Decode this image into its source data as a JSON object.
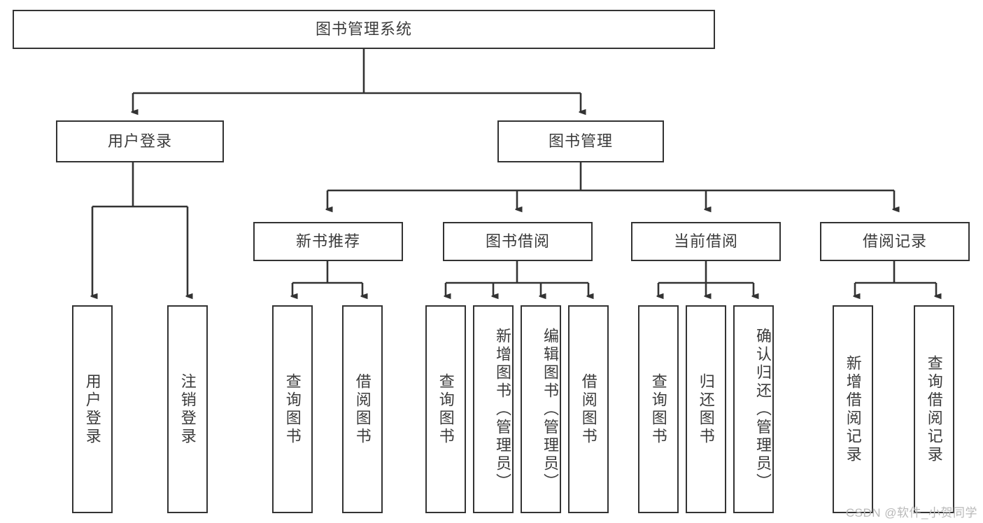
{
  "diagram": {
    "title": "图书管理系统",
    "type": "hierarchy-tree",
    "root": {
      "label": "图书管理系统"
    },
    "level2": [
      {
        "label": "用户登录"
      },
      {
        "label": "图书管理"
      }
    ],
    "level3": [
      {
        "label": "新书推荐",
        "parent": "图书管理"
      },
      {
        "label": "图书借阅",
        "parent": "图书管理"
      },
      {
        "label": "当前借阅",
        "parent": "图书管理"
      },
      {
        "label": "借阅记录",
        "parent": "图书管理"
      }
    ],
    "leaves": [
      {
        "label": "用户登录",
        "parent": "用户登录"
      },
      {
        "label": "注销登录",
        "parent": "用户登录"
      },
      {
        "label": "查询图书",
        "parent": "新书推荐"
      },
      {
        "label": "借阅图书",
        "parent": "新书推荐"
      },
      {
        "label": "查询图书",
        "parent": "图书借阅"
      },
      {
        "label": "新增图书（管理员）",
        "parent": "图书借阅"
      },
      {
        "label": "编辑图书（管理员）",
        "parent": "图书借阅"
      },
      {
        "label": "借阅图书",
        "parent": "图书借阅"
      },
      {
        "label": "查询图书",
        "parent": "当前借阅"
      },
      {
        "label": "归还图书",
        "parent": "当前借阅"
      },
      {
        "label": "确认归还（管理员）",
        "parent": "当前借阅"
      },
      {
        "label": "新增借阅记录",
        "parent": "借阅记录"
      },
      {
        "label": "查询借阅记录",
        "parent": "借阅记录"
      }
    ]
  },
  "watermark": {
    "text": "CSDN @软件_小贺同学"
  },
  "colors": {
    "border": "#333333",
    "text": "#3b3b3b",
    "background": "#ffffff",
    "watermark": "#b9b9b9"
  }
}
